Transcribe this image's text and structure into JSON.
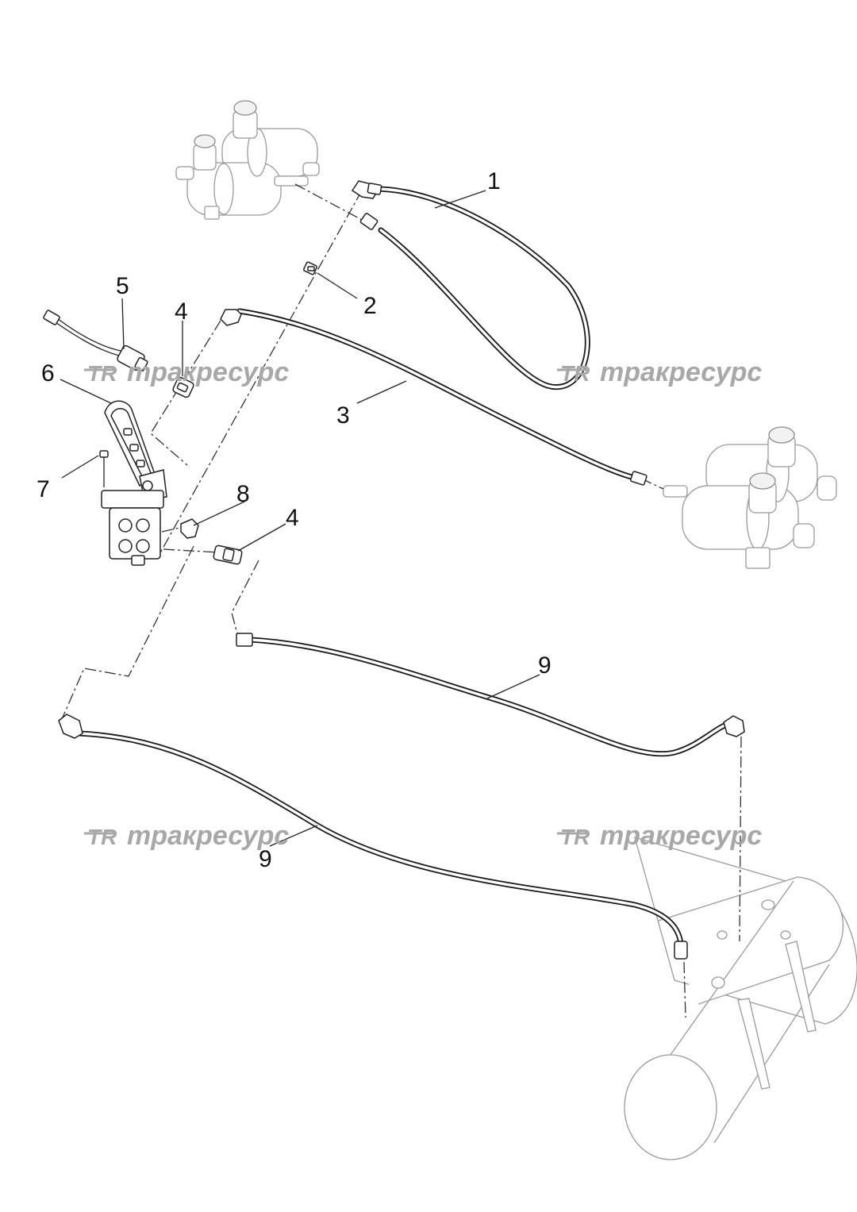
{
  "watermark": {
    "logo": "TR",
    "text": "тракресурс"
  },
  "callouts": {
    "c1": "1",
    "c2": "2",
    "c3": "3",
    "c4a": "4",
    "c4b": "4",
    "c5": "5",
    "c6": "6",
    "c7": "7",
    "c8": "8",
    "c9a": "9",
    "c9b": "9"
  },
  "colors": {
    "line": "#1a1a1a",
    "ghost": "#9a9a9a",
    "watermark": "#a8a8a8"
  }
}
